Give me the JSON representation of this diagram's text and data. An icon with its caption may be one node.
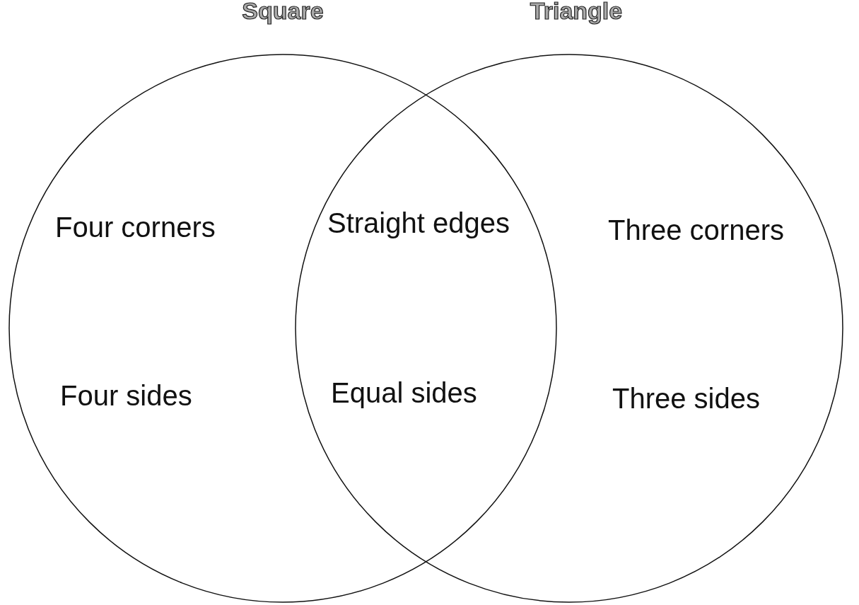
{
  "diagram": {
    "nodes": [
      {
        "text": [
          "Square",
          "Four corners",
          "Four sides"
        ]
      },
      {
        "text": [
          "Triangle",
          "Three corners",
          "Three sides"
        ]
      }
    ],
    "labels": [
      "Straight edges",
      "Equal sides"
    ]
  }
}
